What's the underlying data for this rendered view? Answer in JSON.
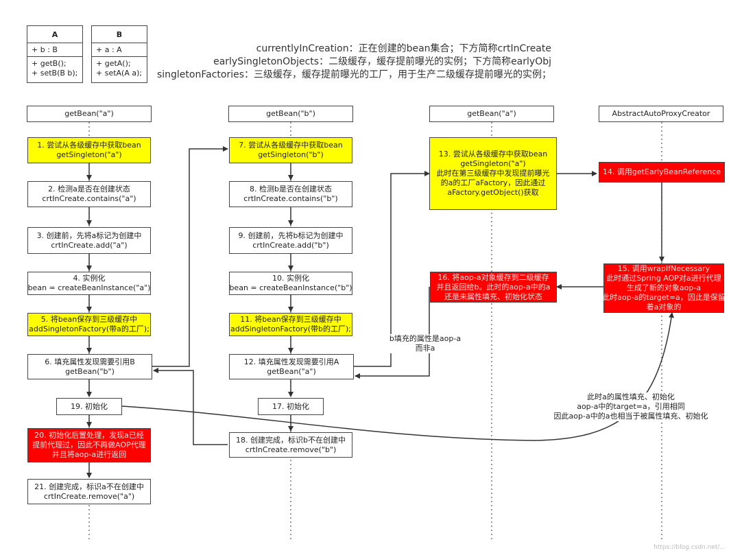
{
  "classes": {
    "a": {
      "name": "A",
      "attr": "+ b : B",
      "ops": [
        "+ getB();",
        "+ setB(B b);"
      ]
    },
    "b": {
      "name": "B",
      "attr": "+ a : A",
      "ops": [
        "+ getA();",
        "+ setA(A a);"
      ]
    }
  },
  "legend": [
    "currentlyInCreation：正在创建的bean集合；下方简称crtInCreate",
    "earlySingletonObjects：二级缓存，缓存提前曝光的实例；下方简称earlyObj",
    "singletonFactories：三级缓存，缓存提前曝光的工厂，用于生产二级缓存提前曝光的实例；"
  ],
  "lanes": {
    "a1": "getBean(\"a\")",
    "b": "getBean(\"b\")",
    "a2": "getBean(\"a\")",
    "proxy": "AbstractAutoProxyCreator"
  },
  "steps": {
    "s1": [
      "1. 尝试从各级缓存中获取bean",
      "getSingleton(\"a\")"
    ],
    "s2": [
      "2. 检测a是否在创建状态",
      "crtInCreate.contains(\"a\")"
    ],
    "s3": [
      "3. 创建前，先将a标记为创建中",
      "crtInCreate.add(\"a\")"
    ],
    "s4": [
      "4. 实例化",
      "bean = createBeanInstance(\"a\")"
    ],
    "s5": [
      "5. 将bean保存到三级缓存中",
      "addSingletonFactory(带a的工厂);"
    ],
    "s6": [
      "6. 填充属性发现需要引用B",
      "getBean(\"b\")"
    ],
    "s19": [
      "19. 初始化"
    ],
    "s20": [
      "20. 初始化后置处理，发现a已经",
      "提前代理过，因此不再做AOP代理",
      "并且将aop-a进行返回"
    ],
    "s21": [
      "21. 创建完成，标识a不在创建中",
      "crtInCreate.remove(\"a\")"
    ],
    "s7": [
      "7. 尝试从各级缓存中获取bean",
      "getSingleton(\"b\")"
    ],
    "s8": [
      "8. 检测b是否在创建状态",
      "crtInCreate.contains(\"b\")"
    ],
    "s9": [
      "9. 创建前，先将b标记为创建中",
      "crtInCreate.add(\"b\")"
    ],
    "s10": [
      "10. 实例化",
      "bean = createBeanInstance(\"b\")"
    ],
    "s11": [
      "11. 将bean保存到三级缓存中",
      "addSingletonFactory(带b的工厂);"
    ],
    "s12": [
      "12. 填充属性发现需要引用A",
      "getBean(\"a\")"
    ],
    "s17": [
      "17. 初始化"
    ],
    "s18": [
      "18. 创建完成，标识b不在创建中",
      "crtInCreate.remove(\"b\")"
    ],
    "s13": [
      "13. 尝试从各级缓存中获取bean",
      "getSingleton(\"a\")",
      "此时在第三级缓存中发现提前曝光",
      "的a的工厂aFactory，因此通过",
      "aFactory.getObject()获取"
    ],
    "s16": [
      "16. 将aop-a对象缓存到二级缓存",
      "并且返回给b。此时的aop-a中的a",
      "还是未属性填充、初始化状态"
    ],
    "s14": [
      "14. 调用getEarlyBeanReference"
    ],
    "s15": [
      "15. 调用wrapIfNecessary",
      "此时通过Spring AOP对a进行代理",
      "生成了新的对象aop-a",
      "此时aop-a的target=a，因此是保留",
      "着a对象的"
    ]
  },
  "notes": {
    "n1": [
      "b填充的属性是aop-a",
      "而非a"
    ],
    "n2": [
      "此时a的属性填充、初始化",
      "aop-a中的target=a，引用相同",
      "因此aop-a中的a也相当于被属性填充、初始化"
    ]
  },
  "watermark": "https://blog.csdn.net/..."
}
